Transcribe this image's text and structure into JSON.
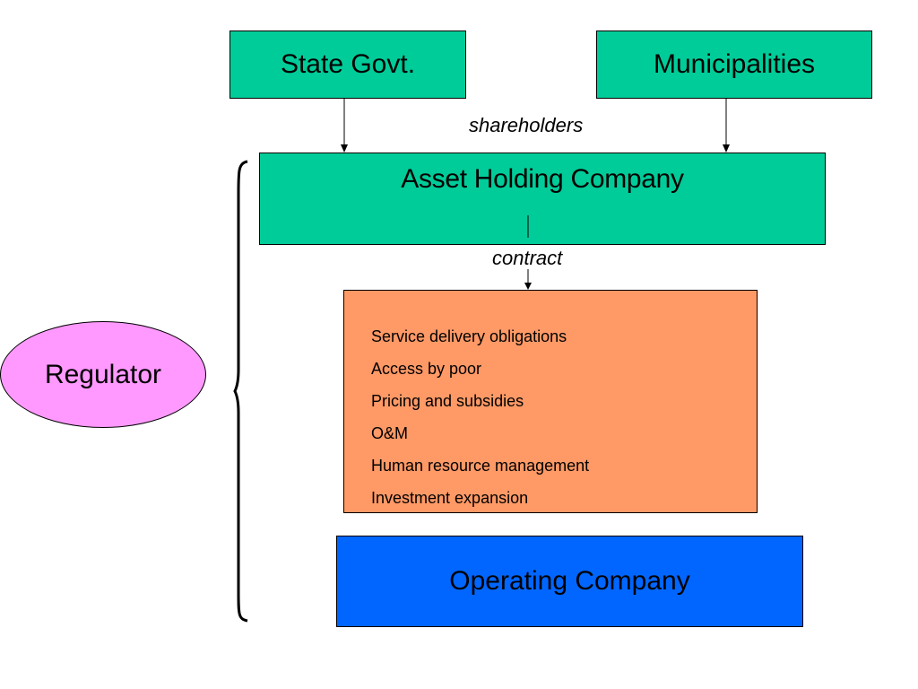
{
  "nodes": {
    "state_govt": "State Govt.",
    "municipalities": "Municipalities",
    "asset_holding": "Asset Holding Company",
    "operating": "Operating Company",
    "regulator": "Regulator"
  },
  "labels": {
    "shareholders": "shareholders",
    "contract": "contract"
  },
  "obligations": [
    "Service delivery obligations",
    "Access by poor",
    "Pricing and subsidies",
    "O&M",
    "Human resource management",
    "Investment expansion"
  ],
  "colors": {
    "shareholder_boxes": "#00cc99",
    "asset_holding": "#00cc99",
    "obligations_box": "#ff9966",
    "operating": "#0066ff",
    "regulator": "#ff99ff"
  }
}
